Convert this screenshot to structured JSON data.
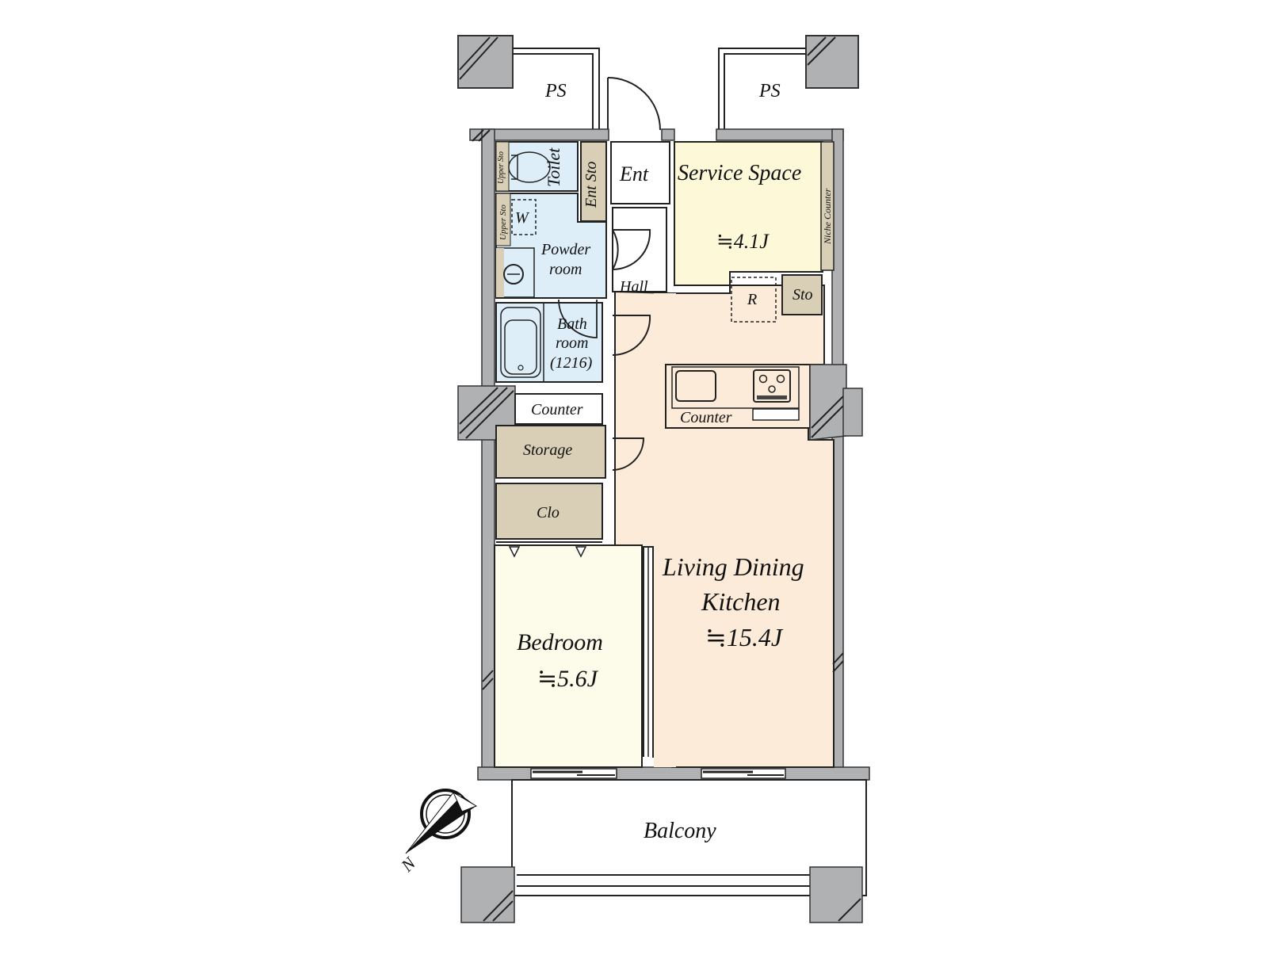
{
  "colors": {
    "wall": "#b0b1b3",
    "wet_area": "#ddeef8",
    "storage": "#d8cfb6",
    "service_space": "#fcf8d8",
    "ldk": "#fcebd8",
    "bedroom": "#fdfbea",
    "line": "#222222"
  },
  "rooms": {
    "ps_left": "PS",
    "ps_right": "PS",
    "toilet": "Toilet",
    "ent_sto": "Ent Sto",
    "ent": "Ent",
    "upper_sto_1": "Upper Sto",
    "upper_sto_2": "Upper Sto",
    "washer": "W",
    "powder_room_1": "Powder",
    "powder_room_2": "room",
    "hall": "Hall",
    "bathroom_1": "Bath",
    "bathroom_2": "room",
    "bathroom_3": "(1216)",
    "service_space": "Service Space",
    "service_space_area": "≒4.1J",
    "niche_counter": "Niche Counter",
    "refrigerator": "R",
    "sto": "Sto",
    "counter_left": "Counter",
    "kitchen_counter": "Counter",
    "storage": "Storage",
    "clo": "Clo",
    "ldk_1": "Living Dining",
    "ldk_2": "Kitchen",
    "ldk_area": "≒15.4J",
    "bedroom": "Bedroom",
    "bedroom_area": "≒5.6J",
    "balcony": "Balcony"
  },
  "compass": {
    "label": "N"
  }
}
